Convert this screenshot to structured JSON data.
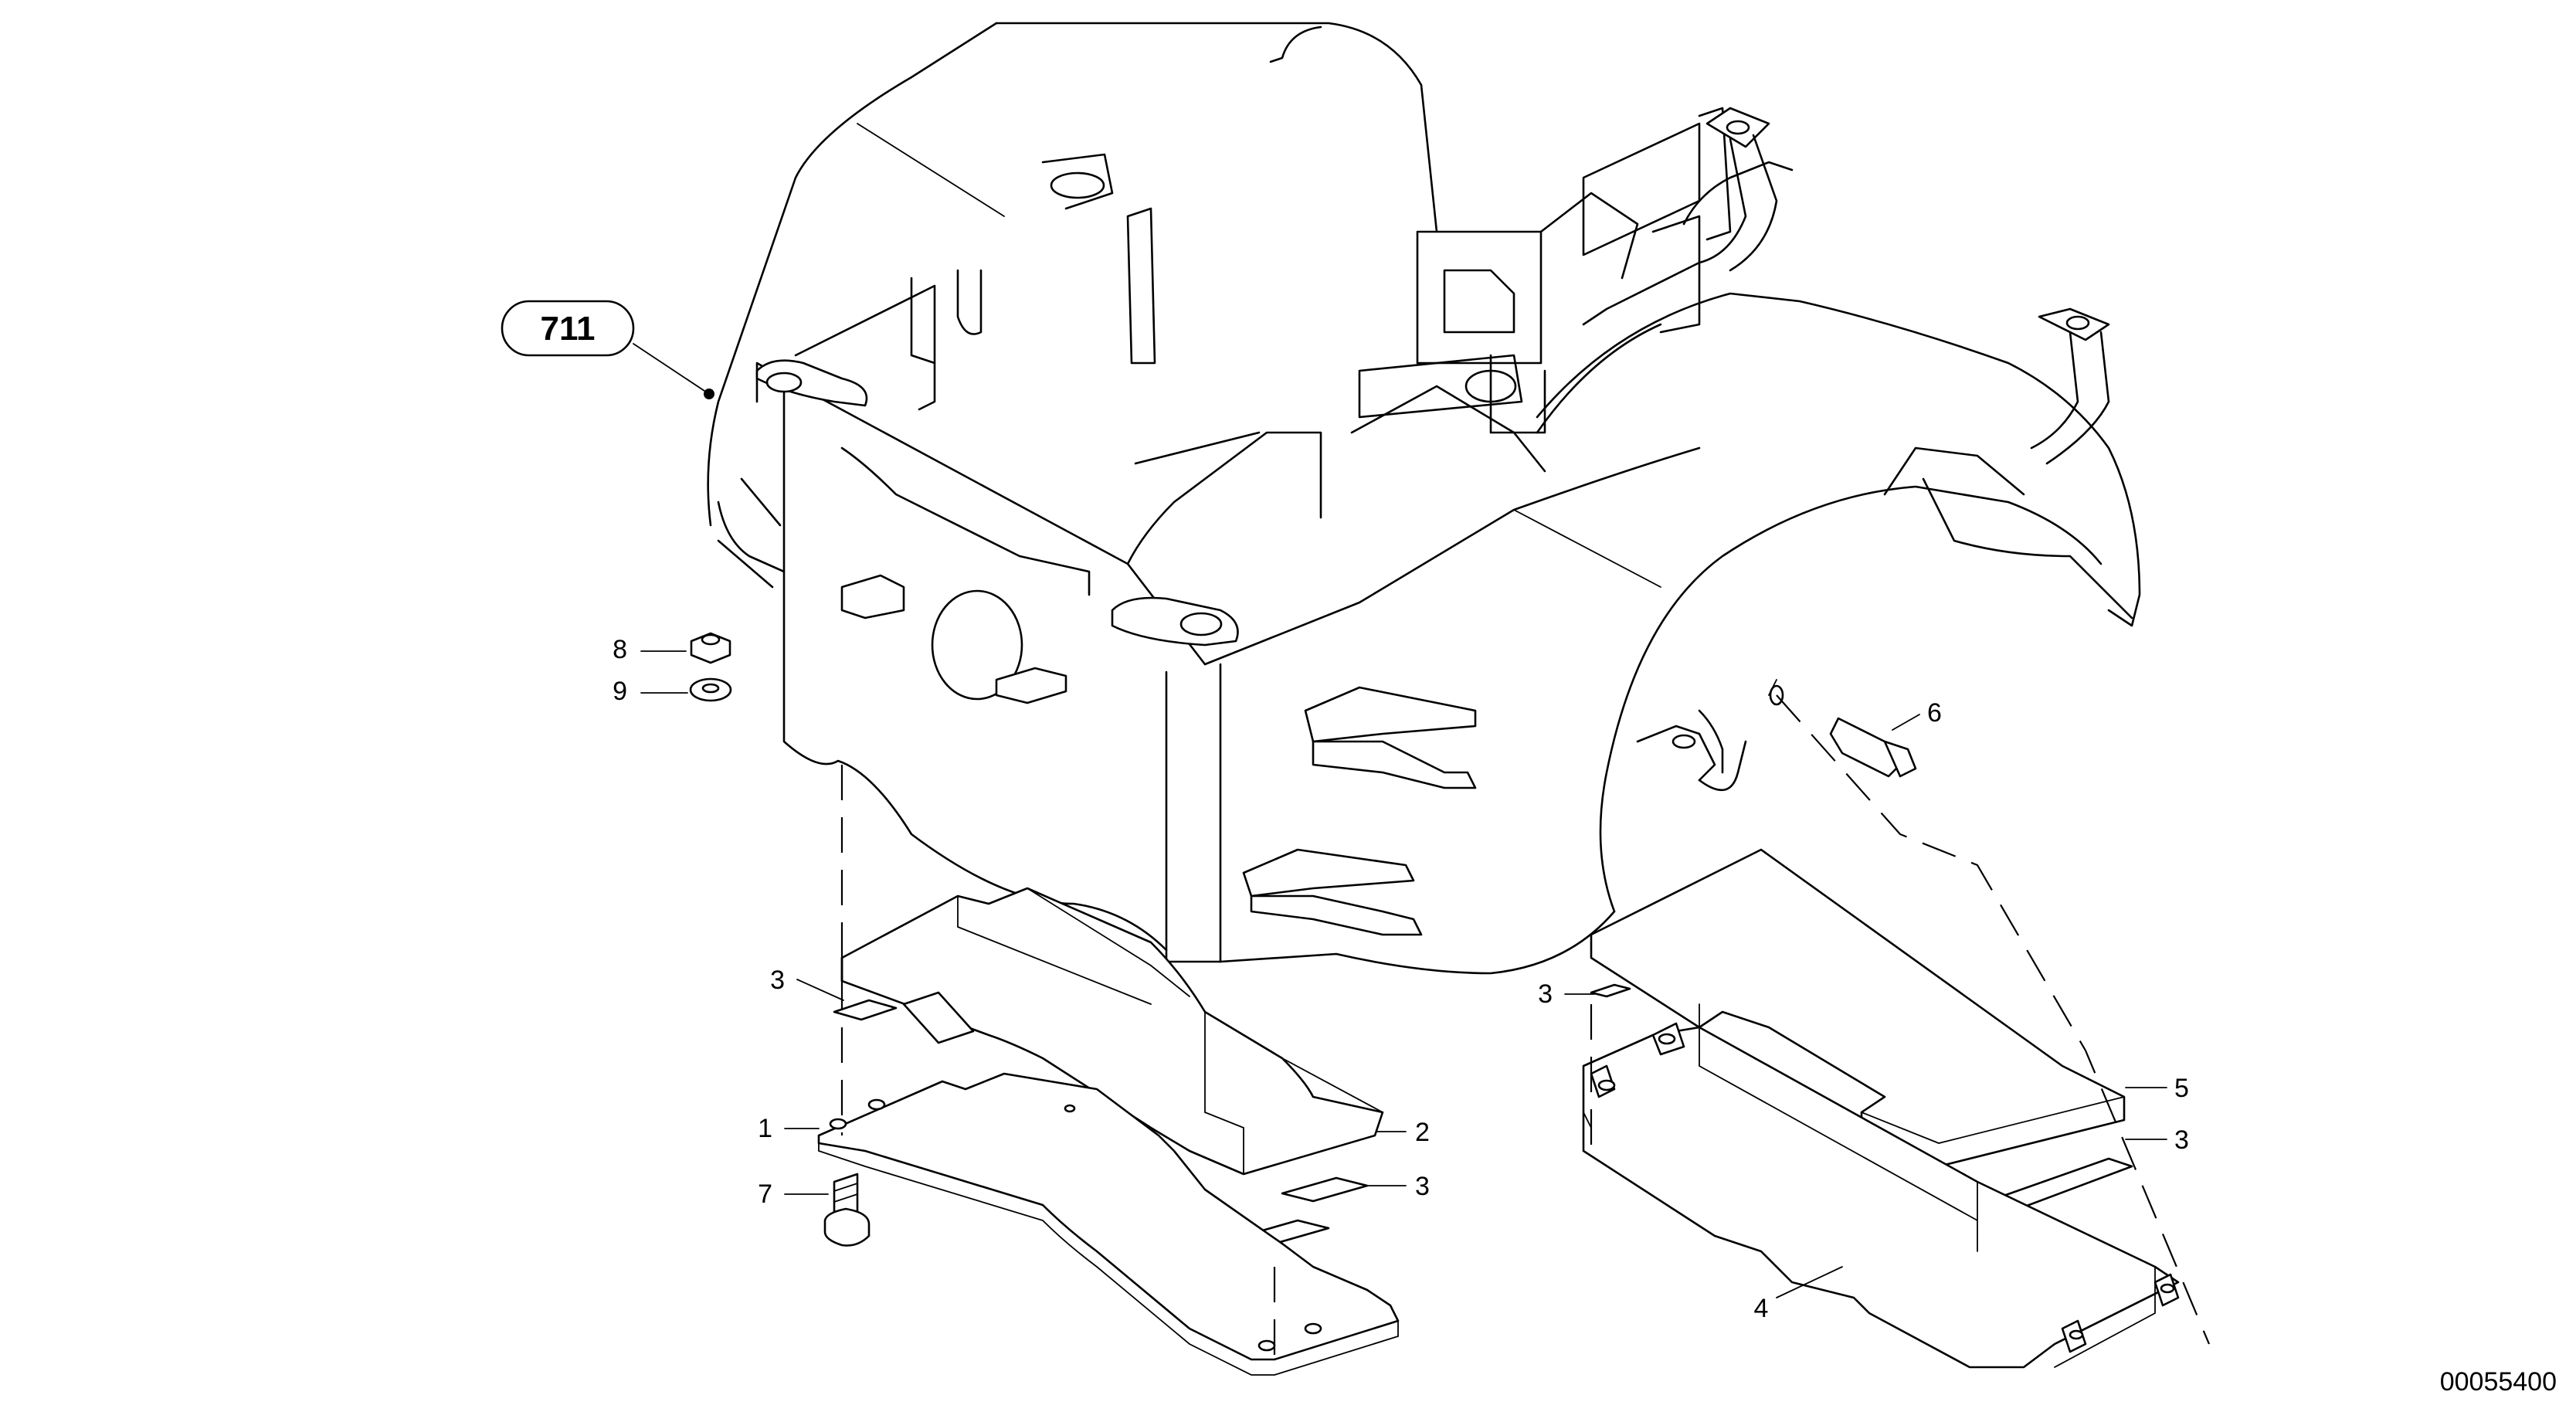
{
  "assembly_callout": {
    "label": "711"
  },
  "callouts": [
    {
      "id": "c8",
      "label": "8"
    },
    {
      "id": "c9",
      "label": "9"
    },
    {
      "id": "c6",
      "label": "6"
    },
    {
      "id": "c3a",
      "label": "3"
    },
    {
      "id": "c1",
      "label": "1"
    },
    {
      "id": "c7",
      "label": "7"
    },
    {
      "id": "c2",
      "label": "2"
    },
    {
      "id": "c3b",
      "label": "3"
    },
    {
      "id": "c3c",
      "label": "3"
    },
    {
      "id": "c5",
      "label": "5"
    },
    {
      "id": "c3d",
      "label": "3"
    },
    {
      "id": "c4",
      "label": "4"
    }
  ],
  "drawing_number": "00055400"
}
